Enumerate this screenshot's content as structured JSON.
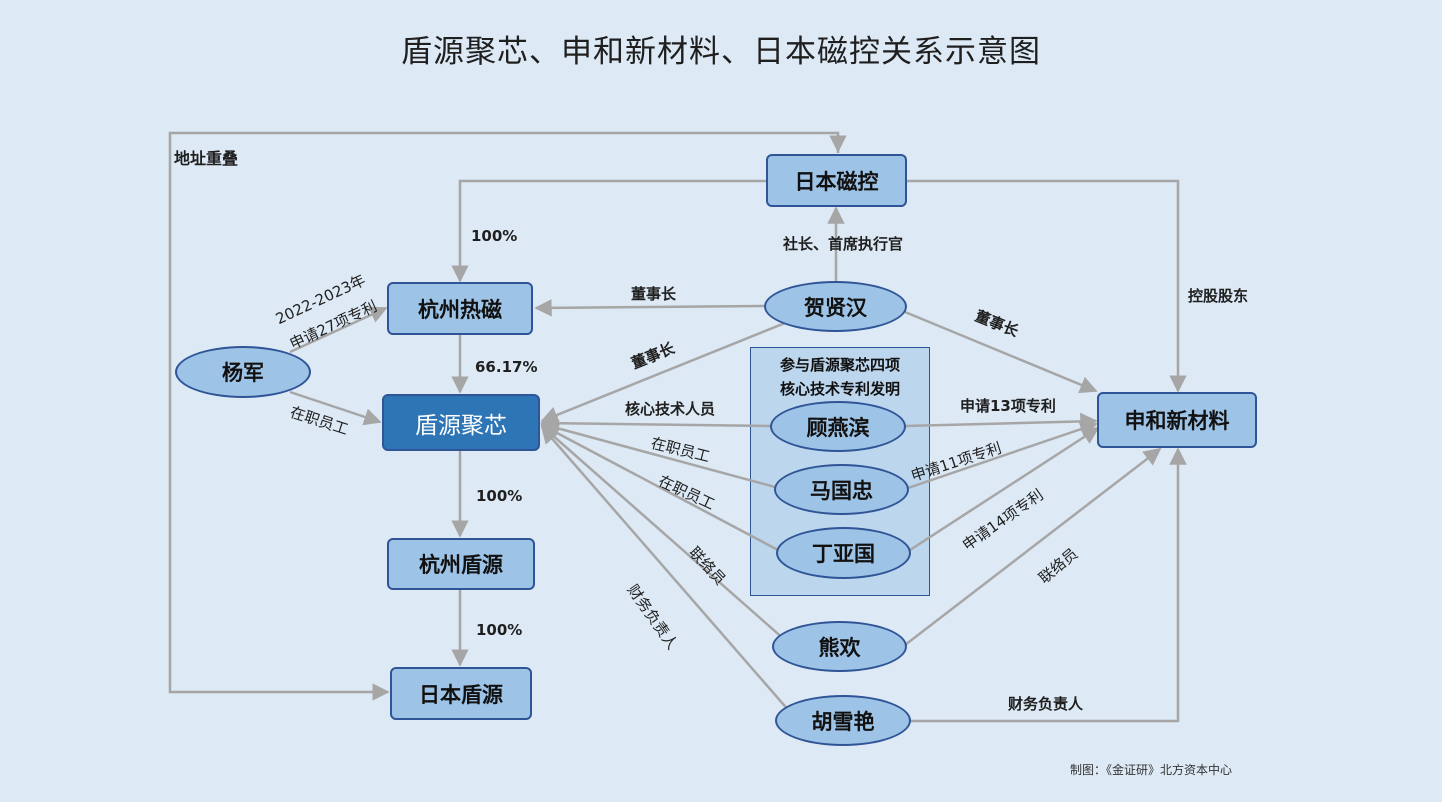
{
  "title": "盾源聚芯、申和新材料、日本磁控关系示意图",
  "credit": "制图：《金证研》北方资本中心",
  "nodes": {
    "japan_ferrotec": "日本磁控",
    "hangzhou_rici": "杭州热磁",
    "dunyuan": "盾源聚芯",
    "hangzhou_dunyuan": "杭州盾源",
    "japan_dunyuan": "日本盾源",
    "shenhe": "申和新材料",
    "yang_jun": "杨军",
    "he_xianhan": "贺贤汉",
    "gu_yanbin": "顾燕滨",
    "ma_guozhong": "马国忠",
    "ding_yaguo": "丁亚国",
    "xiong_huan": "熊欢",
    "hu_xueyan": "胡雪艳"
  },
  "group_title": [
    "参与盾源聚芯四项",
    "核心技术专利发明"
  ],
  "labels": {
    "address_overlap": "地址重叠",
    "pct_100_a": "100%",
    "pct_66": "66.17%",
    "pct_100_b": "100%",
    "pct_100_c": "100%",
    "president_ceo": "社长、首席执行官",
    "controlling_shareholder": "控股股东",
    "chairman_1": "董事长",
    "chairman_2": "董事长",
    "chairman_3": "董事长",
    "patent_yang_1": "2022-2023年",
    "patent_yang_2": "申请27项专利",
    "employee_yang": "在职员工",
    "core_tech": "核心技术人员",
    "employee_ma": "在职员工",
    "employee_ding": "在职员工",
    "liaison_xiong": "联络员",
    "finance_hu_left": "财务负责人",
    "patent_13": "申请13项专利",
    "patent_11": "申请11项专利",
    "patent_14": "申请14项专利",
    "liaison_shenhe": "联络员",
    "finance_hu_right": "财务负责人"
  },
  "colors": {
    "background": "#dde9f5",
    "node_fill": "#9dc3e6",
    "node_border": "#2f5597",
    "main_node_fill": "#2e75b6",
    "group_fill": "#bcd6ee",
    "arrow": "#a6a6a6"
  }
}
